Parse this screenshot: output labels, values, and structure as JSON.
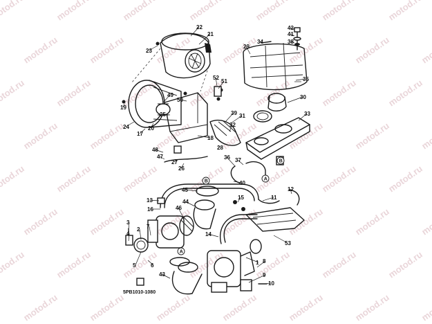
{
  "diagram": {
    "code": "5PB1010-1080",
    "watermark": "motod.ru",
    "callouts": [
      "1",
      "2",
      "3",
      "4",
      "5",
      "6",
      "7",
      "8",
      "9",
      "10",
      "11",
      "12",
      "13",
      "14",
      "15",
      "16",
      "17",
      "18",
      "19",
      "20",
      "21",
      "22",
      "23",
      "24",
      "25",
      "26",
      "27",
      "28",
      "29",
      "30",
      "31",
      "32",
      "33",
      "34",
      "35",
      "36",
      "37",
      "38",
      "39",
      "40",
      "41",
      "42",
      "43",
      "44",
      "45",
      "46",
      "47",
      "48",
      "49",
      "50",
      "51",
      "52",
      "53"
    ],
    "refs": [
      "A",
      "B"
    ]
  }
}
